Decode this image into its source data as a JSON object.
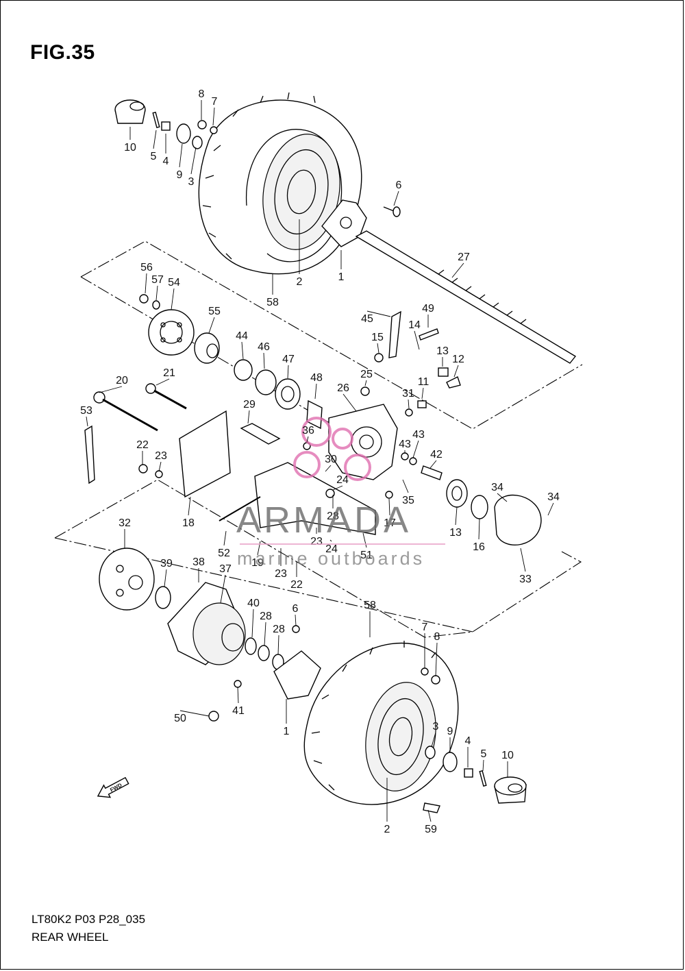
{
  "figure": {
    "title": "FIG.35",
    "code": "LT80K2 P03 P28_035",
    "caption": "REAR WHEEL"
  },
  "watermark": {
    "main": "ARMADA",
    "sub": "marine outboards",
    "accent": "#e070b0"
  },
  "direction_marker": {
    "text": "FWD",
    "icon": "forward-arrow-icon"
  },
  "callouts": [
    {
      "num": "10",
      "name": "cap-left"
    },
    {
      "num": "5",
      "name": "cotter-pin-left"
    },
    {
      "num": "4",
      "name": "castle-nut-left"
    },
    {
      "num": "9",
      "name": "washer-left"
    },
    {
      "num": "8",
      "name": "nut-8-top"
    },
    {
      "num": "7",
      "name": "washer-7-top"
    },
    {
      "num": "3",
      "name": "washer-3-top"
    },
    {
      "num": "6",
      "name": "bolt-6-top"
    },
    {
      "num": "2",
      "name": "rim-top"
    },
    {
      "num": "1",
      "name": "hub-top"
    },
    {
      "num": "58",
      "name": "tire-top"
    },
    {
      "num": "27",
      "name": "rear-axle"
    },
    {
      "num": "56",
      "name": "nut-56"
    },
    {
      "num": "57",
      "name": "washer-57"
    },
    {
      "num": "54",
      "name": "sprocket"
    },
    {
      "num": "55",
      "name": "sprocket-hub"
    },
    {
      "num": "44",
      "name": "brake-arm"
    },
    {
      "num": "46",
      "name": "bolt-46"
    },
    {
      "num": "47",
      "name": "nut-47"
    },
    {
      "num": "48",
      "name": "clip-48"
    },
    {
      "num": "45",
      "name": "spacer-45"
    },
    {
      "num": "49",
      "name": "bracket-49"
    },
    {
      "num": "15",
      "name": "seal-15"
    },
    {
      "num": "14",
      "name": "seal-14"
    },
    {
      "num": "13",
      "name": "bearing-13"
    },
    {
      "num": "12",
      "name": "spacer-12"
    },
    {
      "num": "11",
      "name": "case-11"
    },
    {
      "num": "31",
      "name": "nut-31"
    },
    {
      "num": "26",
      "name": "collar-26"
    },
    {
      "num": "25",
      "name": "bolt-25"
    },
    {
      "num": "20",
      "name": "long-bolt-20"
    },
    {
      "num": "21",
      "name": "bolt-21"
    },
    {
      "num": "53",
      "name": "clamp-53"
    },
    {
      "num": "29",
      "name": "guard-29"
    },
    {
      "num": "36",
      "name": "nut-36"
    },
    {
      "num": "30",
      "name": "bolt-30"
    },
    {
      "num": "43",
      "name": "washer-43-a"
    },
    {
      "num": "43",
      "name": "washer-43-b"
    },
    {
      "num": "42",
      "name": "cam-42"
    },
    {
      "num": "35",
      "name": "bolt-35"
    },
    {
      "num": "22",
      "name": "bolt-22-top"
    },
    {
      "num": "23",
      "name": "washer-23-top"
    },
    {
      "num": "18",
      "name": "bracket-18"
    },
    {
      "num": "24",
      "name": "nut-24-top"
    },
    {
      "num": "28",
      "name": "washer-28-mid"
    },
    {
      "num": "13",
      "name": "bearing-13-right"
    },
    {
      "num": "16",
      "name": "seal-16"
    },
    {
      "num": "34",
      "name": "spring-34-a"
    },
    {
      "num": "34",
      "name": "spring-34-b"
    },
    {
      "num": "33",
      "name": "brake-shoe-33"
    },
    {
      "num": "17",
      "name": "bolt-17"
    },
    {
      "num": "23",
      "name": "washer-23-mid"
    },
    {
      "num": "24",
      "name": "nut-24-mid"
    },
    {
      "num": "52",
      "name": "cable-52"
    },
    {
      "num": "19",
      "name": "bracket-19"
    },
    {
      "num": "23",
      "name": "washer-23-low"
    },
    {
      "num": "22",
      "name": "bolt-22-low"
    },
    {
      "num": "51",
      "name": "plate-51"
    },
    {
      "num": "32",
      "name": "drum-cover-32"
    },
    {
      "num": "39",
      "name": "seal-39"
    },
    {
      "num": "38",
      "name": "gasket-38"
    },
    {
      "num": "37",
      "name": "brake-drum-37"
    },
    {
      "num": "40",
      "name": "seal-40"
    },
    {
      "num": "28",
      "name": "washer-28-a"
    },
    {
      "num": "28",
      "name": "washer-28-b"
    },
    {
      "num": "6",
      "name": "bolt-6-low"
    },
    {
      "num": "50",
      "name": "bolt-50"
    },
    {
      "num": "41",
      "name": "bolt-41"
    },
    {
      "num": "1",
      "name": "hub-low"
    },
    {
      "num": "58",
      "name": "tire-low"
    },
    {
      "num": "7",
      "name": "washer-7-low"
    },
    {
      "num": "8",
      "name": "nut-8-low"
    },
    {
      "num": "3",
      "name": "washer-3-low"
    },
    {
      "num": "9",
      "name": "washer-9-low"
    },
    {
      "num": "4",
      "name": "castle-nut-right"
    },
    {
      "num": "5",
      "name": "cotter-pin-right"
    },
    {
      "num": "10",
      "name": "cap-right"
    },
    {
      "num": "2",
      "name": "rim-low"
    },
    {
      "num": "59",
      "name": "valve-59"
    }
  ]
}
